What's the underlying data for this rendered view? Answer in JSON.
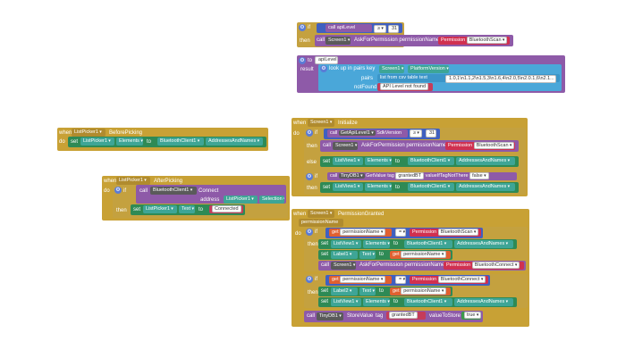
{
  "blocks": {
    "b1": {
      "if_kw": "if",
      "then_kw": "then",
      "call_kw": "call",
      "apiLevel": "apiLevel",
      "op": "≥",
      "num": "31",
      "screen": "Screen1",
      "method": "AskForPermission",
      "param": "permissionName",
      "perm_kw": "Permission",
      "perm": "BluetoothScan"
    },
    "b2": {
      "to_kw": "to",
      "name": "apiLevel",
      "result_kw": "result",
      "lookup": "look up in pairs  key",
      "screen": "Screen1",
      "prop": "PlatformVersion",
      "pairs_kw": "pairs",
      "list_csv": "list from csv table  text",
      "csv": "1.0,1\\n1.1,2\\n1.5,3\\n1.6,4\\n2.0,5\\n2.0.1,6\\n2.1...",
      "notfound_kw": "notFound",
      "notfound": "API Level not found"
    },
    "b3": {
      "when_kw": "when",
      "comp": "ListPicker1",
      "event": "BeforePicking",
      "do_kw": "do",
      "set_kw": "set",
      "target": "ListPicker1",
      "prop": "Elements",
      "to_kw": "to",
      "src": "BluetoothClient1",
      "srcprop": "AddressesAndNames"
    },
    "b4": {
      "when_kw": "when",
      "comp": "ListPicker1",
      "event": "AfterPicking",
      "do_kw": "do",
      "if_kw": "if",
      "call_kw": "call",
      "client": "BluetoothClient1",
      "method": "Connect",
      "address_kw": "address",
      "picker": "ListPicker1",
      "selection": "Selection",
      "then_kw": "then",
      "set_kw": "set",
      "target": "ListPicker1",
      "prop": "Text",
      "to_kw": "to",
      "value": "Connected"
    },
    "b5": {
      "when_kw": "when",
      "comp": "Screen1",
      "event": "Initialize",
      "do_kw": "do",
      "if_kw": "if",
      "call_kw": "call",
      "getapi": "GetApiLevel1",
      "sdk": "SdkVersion",
      "op": "≥",
      "num": "31",
      "then_kw": "then",
      "screen": "Screen1",
      "method": "AskForPermission",
      "param": "permissionName",
      "perm_kw": "Permission",
      "perm": "BluetoothScan",
      "else_kw": "else",
      "set_kw": "set",
      "listview": "ListView1",
      "elements": "Elements",
      "to_kw": "to",
      "client": "BluetoothClient1",
      "addrnames": "AddressesAndNames",
      "tinydb": "TinyDB1",
      "getvalue": "GetValue",
      "tag_kw": "tag",
      "tag": "grantedBT",
      "ifnot": "valueIfTagNotThere",
      "false": "false"
    },
    "b6": {
      "when_kw": "when",
      "comp": "Screen1",
      "event": "PermissionGranted",
      "param": "permissionName",
      "do_kw": "do",
      "if_kw": "if",
      "get_kw": "get",
      "var": "permissionName",
      "eq": "=",
      "perm_kw": "Permission",
      "scan": "BluetoothScan",
      "then_kw": "then",
      "set_kw": "set",
      "listview": "ListView1",
      "elements": "Elements",
      "to_kw": "to",
      "client": "BluetoothClient1",
      "addrnames": "AddressesAndNames",
      "label1": "Label1",
      "text": "Text",
      "call_kw": "call",
      "screen": "Screen1",
      "method": "AskForPermission",
      "pparam": "permissionName",
      "connect": "BluetoothConnect",
      "label2": "Label2",
      "tinydb": "TinyDB1",
      "store": "StoreValue",
      "tag_kw": "tag",
      "tag": "grantedBT",
      "vts": "valueToStore",
      "true": "true"
    }
  }
}
